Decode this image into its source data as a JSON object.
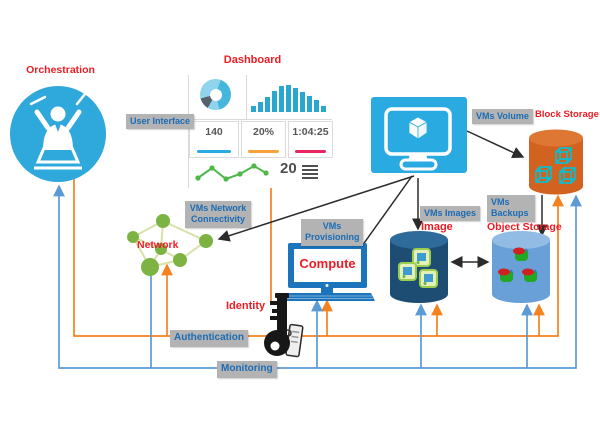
{
  "colors": {
    "accent_red": "#ed1c24",
    "tag_bg": "#b3b3b3",
    "tag_text": "#1b6cb5",
    "authentication_line": "#f58220",
    "monitoring_line": "#5b9bd5",
    "flow_line": "#2b2b2b",
    "orchestration_blue": "#2fa8dc",
    "horizon_blue": "#29abe2",
    "compute_blue": "#1c75bc",
    "image_cylinder": "#1d4d73",
    "object_cylinder": "#6aa0d8",
    "block_cylinder": "#d2621f",
    "network_green": "#7cb342"
  },
  "nodes": {
    "orchestration": {
      "label": "Orchestration"
    },
    "user_interface": {
      "label": "User Interface"
    },
    "dashboard": {
      "title": "Dashboard",
      "stats": [
        {
          "value": "140",
          "underline": "#29abe2"
        },
        {
          "value": "20%",
          "underline": "#f9a13a"
        },
        {
          "value": "1:04:25",
          "underline": "#e8255f"
        }
      ],
      "list_count": "20",
      "donut_segments": [
        [
          "#8fd4ec",
          20
        ],
        [
          "#45b7dc",
          165
        ],
        [
          "#8fd4ec",
          210
        ],
        [
          "#55616c",
          255
        ],
        [
          "#8fd4ec",
          360
        ]
      ],
      "bar_values": [
        6,
        10,
        15,
        21,
        26,
        27,
        24,
        20,
        16,
        12,
        6
      ],
      "line_points": [
        [
          4,
          21
        ],
        [
          18,
          11
        ],
        [
          32,
          22
        ],
        [
          46,
          17
        ],
        [
          60,
          9
        ],
        [
          72,
          16
        ]
      ],
      "line_color": "#4db848"
    },
    "network": {
      "label": "Network",
      "tag": "VMs Network Connectivity"
    },
    "compute": {
      "label": "Compute",
      "tag": "VMs Provisioning"
    },
    "identity": {
      "label": "Identity"
    },
    "image": {
      "label": "Image",
      "tag": "VMs Images"
    },
    "object_storage": {
      "label": "Object Storage",
      "tag": "VMs Backups"
    },
    "block_storage": {
      "label": "Block Storage",
      "tag": "VMs Volume"
    },
    "authentication": {
      "label": "Authentication"
    },
    "monitoring": {
      "label": "Monitoring"
    }
  }
}
